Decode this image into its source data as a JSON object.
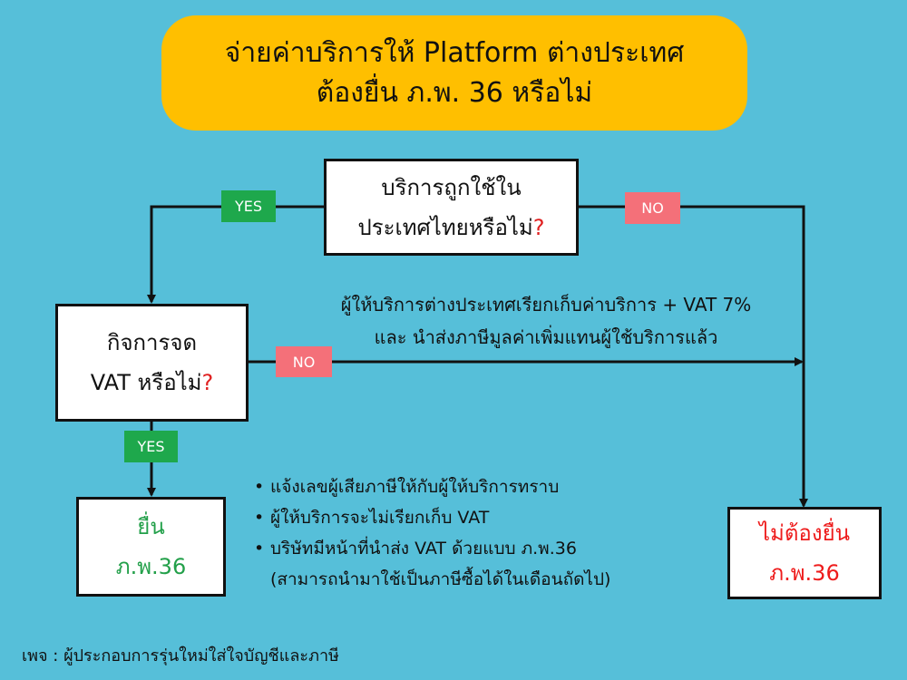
{
  "title": {
    "line1": "จ่ายค่าบริการให้ Platform ต่างประเทศ",
    "line2": "ต้องยื่น ภ.พ. 36 หรือไม่"
  },
  "q1": {
    "line1": "บริการถูกใช้ใน",
    "line2": "ประเทศไทยหรือไม่",
    "mark": "?"
  },
  "q2": {
    "line1": "กิจการจด",
    "line2": "VAT หรือไม่",
    "mark": "?"
  },
  "labels": {
    "yes1": "YES",
    "no1": "NO",
    "no2": "NO",
    "yes2": "YES"
  },
  "note": {
    "line1": "ผู้ให้บริการต่างประเทศเรียกเก็บค่าบริการ + VAT 7%",
    "line2": "และ นำส่งภาษีมูลค่าเพิ่มแทนผู้ใช้บริการแล้ว"
  },
  "result_file": {
    "line1": "ยื่น",
    "line2": "ภ.พ.36"
  },
  "result_nofile": {
    "line1": "ไม่ต้องยื่น",
    "line2": "ภ.พ.36"
  },
  "bullets": [
    "แจ้งเลขผู้เสียภาษีให้กับผู้ให้บริการทราบ",
    "ผู้ให้บริการจะไม่เรียกเก็บ VAT",
    "บริษัทมีหน้าที่นำส่ง VAT ด้วยแบบ ภ.พ.36"
  ],
  "bullets_sub": "(สามารถนำมาใช้เป็นภาษีซื้อได้ในเดือนถัดไป)",
  "bullet_symbol": "•",
  "footer": "เพจ : ผู้ประกอบการรุ่นใหม่ใส่ใจบัญชีและภาษี",
  "colors": {
    "background": "#56bfd9",
    "title_bg": "#ffbf00",
    "yes": "#1ea84c",
    "no": "#f47079",
    "question_mark": "#e02020",
    "file": "#23a04a",
    "no_file": "#ee1c1c"
  }
}
